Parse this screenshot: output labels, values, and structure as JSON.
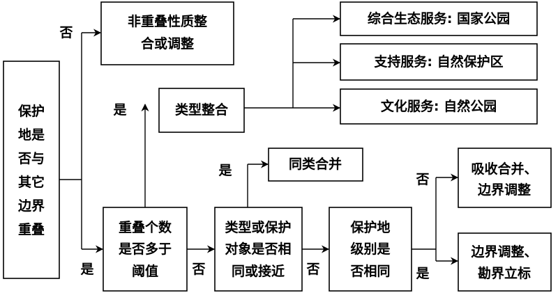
{
  "boxes": {
    "overlap_question": {
      "lines": [
        "保护",
        "地是",
        "否与",
        "其它",
        "边界",
        "重叠"
      ]
    },
    "non_overlap": {
      "lines": [
        "非重叠性质整",
        "合或调整"
      ]
    },
    "type_integration": {
      "lines": [
        "类型整合"
      ]
    },
    "national_park": {
      "lines": [
        "综合生态服务: 国家公园"
      ]
    },
    "nature_reserve": {
      "lines": [
        "支持服务: 自然保护区"
      ]
    },
    "natural_park": {
      "lines": [
        "文化服务: 自然公园"
      ]
    },
    "same_type_merge": {
      "lines": [
        "同类合并"
      ]
    },
    "count_threshold": {
      "lines": [
        "重叠个数",
        "是否多于",
        "阈值"
      ]
    },
    "type_same": {
      "lines": [
        "类型或保护",
        "对象是否相",
        "同或接近"
      ]
    },
    "level_same": {
      "lines": [
        "保护地",
        "级别是",
        "否相同"
      ]
    },
    "absorb_merge": {
      "lines": [
        "吸收合并、",
        "边界调整"
      ]
    },
    "boundary_adjust": {
      "lines": [
        "边界调整、",
        "勘界立标"
      ]
    }
  },
  "labels": {
    "overlap_no": "否",
    "threshold_yes": "是",
    "overlap_yes": "是",
    "threshold_no": "否",
    "type_yes": "是",
    "type_no": "否",
    "level_no": "否",
    "level_yes": "是"
  }
}
